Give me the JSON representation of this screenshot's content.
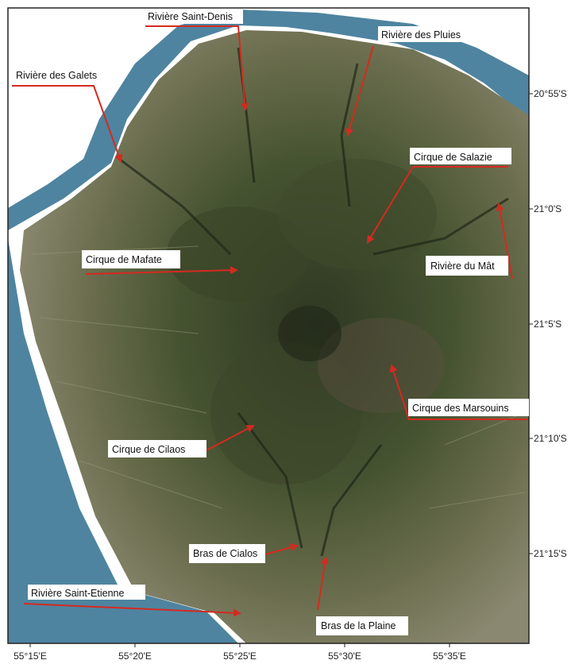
{
  "colors": {
    "arrow": "#d42a20",
    "label_bg": "#ffffff",
    "frame": "#222222",
    "ocean": "#2f6f8f",
    "lowland": "#8b8a70",
    "forest": "#3f4a2c",
    "ridge": "#2b3220"
  },
  "labels": [
    {
      "id": "riviere-saint-denis",
      "text": "Rivière Saint-Denis"
    },
    {
      "id": "riviere-des-pluies",
      "text": "Rivière des Pluies"
    },
    {
      "id": "riviere-des-galets",
      "text": "Rivière des Galets"
    },
    {
      "id": "cirque-de-salazie",
      "text": "Cirque de Salazie"
    },
    {
      "id": "cirque-de-mafate",
      "text": "Cirque de Mafate"
    },
    {
      "id": "riviere-du-mat",
      "text": "Rivière du Mât"
    },
    {
      "id": "cirque-des-marsouins",
      "text": "Cirque des Marsouins"
    },
    {
      "id": "cirque-de-cilaos",
      "text": "Cirque de Cilaos"
    },
    {
      "id": "bras-de-cialos",
      "text": "Bras de Cialos"
    },
    {
      "id": "riviere-saint-etienne",
      "text": "Rivière Saint-Etienne"
    },
    {
      "id": "bras-de-la-plaine",
      "text": "Bras de la Plaine"
    }
  ],
  "axes": {
    "longitude_ticks": [
      "55°15'E",
      "55°20'E",
      "55°25'E",
      "55°30'E",
      "55°35'E"
    ],
    "latitude_ticks": [
      "20°55'S",
      "21°0'S",
      "21°5'S",
      "21°10'S",
      "21°15'S"
    ]
  }
}
